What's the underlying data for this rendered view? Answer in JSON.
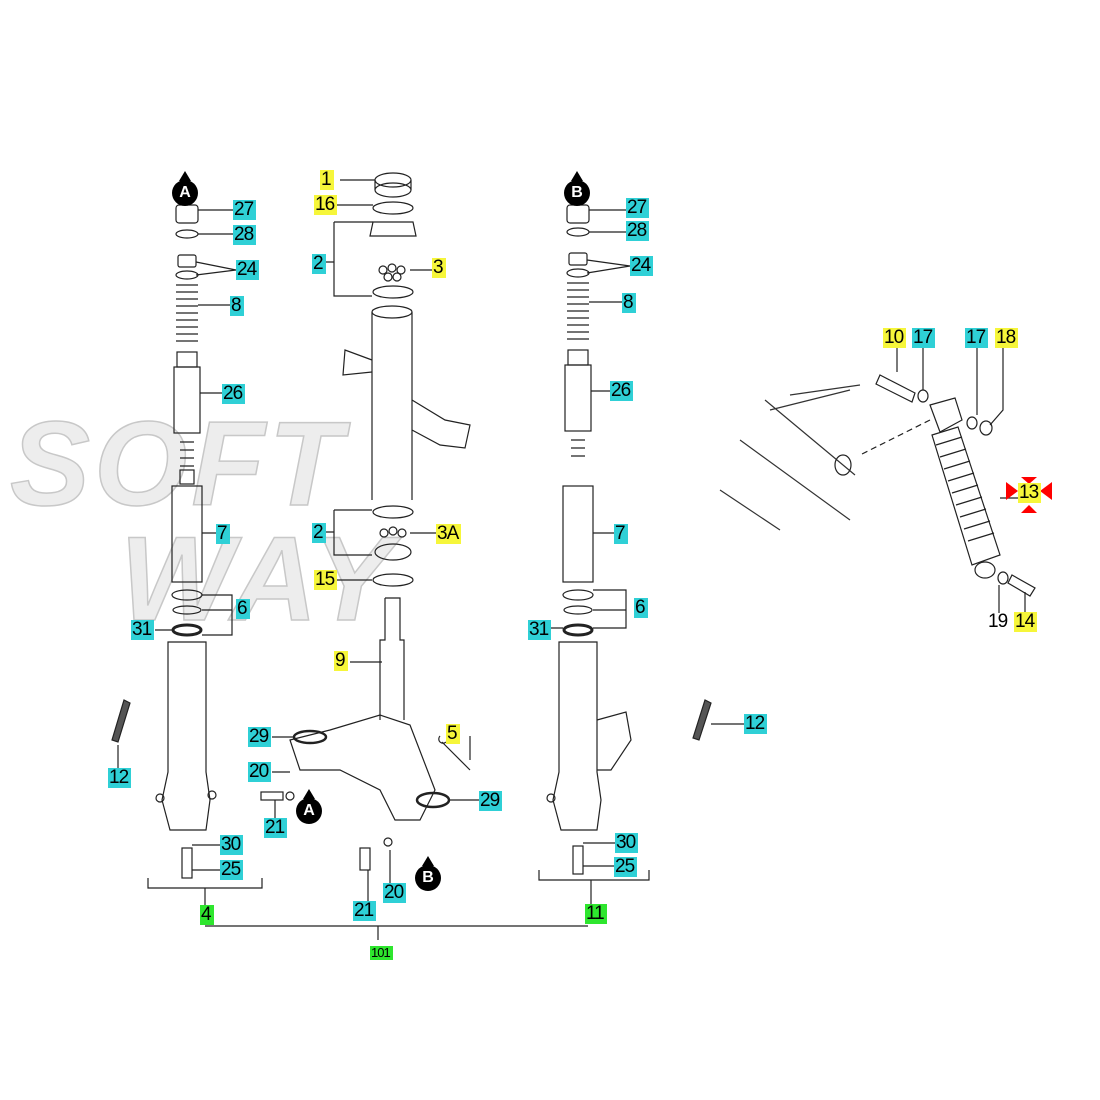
{
  "watermark": {
    "line1": "SOFT",
    "line2": "WAY"
  },
  "colors": {
    "cyan": "#2fd0d6",
    "yellow": "#f6f63a",
    "green": "#2ee62e",
    "marker": "#ff0000"
  },
  "badges": [
    "A",
    "B",
    "A",
    "B"
  ],
  "callouts": {
    "left_fork": [
      {
        "text": "27",
        "color": "cyan"
      },
      {
        "text": "28",
        "color": "cyan"
      },
      {
        "text": "24",
        "color": "cyan"
      },
      {
        "text": "8",
        "color": "cyan"
      },
      {
        "text": "26",
        "color": "cyan"
      },
      {
        "text": "7",
        "color": "cyan"
      },
      {
        "text": "6",
        "color": "cyan"
      },
      {
        "text": "31",
        "color": "cyan"
      },
      {
        "text": "12",
        "color": "cyan"
      },
      {
        "text": "30",
        "color": "cyan"
      },
      {
        "text": "25",
        "color": "cyan"
      },
      {
        "text": "4",
        "color": "green"
      }
    ],
    "steering": [
      {
        "text": "1",
        "color": "yellow"
      },
      {
        "text": "16",
        "color": "yellow"
      },
      {
        "text": "2",
        "color": "cyan"
      },
      {
        "text": "3",
        "color": "yellow"
      },
      {
        "text": "2",
        "color": "cyan"
      },
      {
        "text": "3A",
        "color": "yellow"
      },
      {
        "text": "15",
        "color": "yellow"
      },
      {
        "text": "9",
        "color": "yellow"
      },
      {
        "text": "29",
        "color": "cyan"
      },
      {
        "text": "20",
        "color": "cyan"
      },
      {
        "text": "21",
        "color": "cyan"
      },
      {
        "text": "5",
        "color": "yellow"
      },
      {
        "text": "29",
        "color": "cyan"
      },
      {
        "text": "21",
        "color": "cyan"
      },
      {
        "text": "20",
        "color": "cyan"
      },
      {
        "text": "101",
        "color": "green"
      }
    ],
    "right_fork": [
      {
        "text": "27",
        "color": "cyan"
      },
      {
        "text": "28",
        "color": "cyan"
      },
      {
        "text": "24",
        "color": "cyan"
      },
      {
        "text": "8",
        "color": "cyan"
      },
      {
        "text": "26",
        "color": "cyan"
      },
      {
        "text": "7",
        "color": "cyan"
      },
      {
        "text": "6",
        "color": "cyan"
      },
      {
        "text": "31",
        "color": "cyan"
      },
      {
        "text": "12",
        "color": "cyan"
      },
      {
        "text": "30",
        "color": "cyan"
      },
      {
        "text": "25",
        "color": "cyan"
      },
      {
        "text": "11",
        "color": "green"
      }
    ],
    "shock": [
      {
        "text": "10",
        "color": "yellow"
      },
      {
        "text": "17",
        "color": "cyan"
      },
      {
        "text": "17",
        "color": "cyan"
      },
      {
        "text": "18",
        "color": "yellow"
      },
      {
        "text": "13",
        "color": "yellow"
      },
      {
        "text": "19",
        "color": "none"
      },
      {
        "text": "14",
        "color": "yellow"
      }
    ]
  }
}
